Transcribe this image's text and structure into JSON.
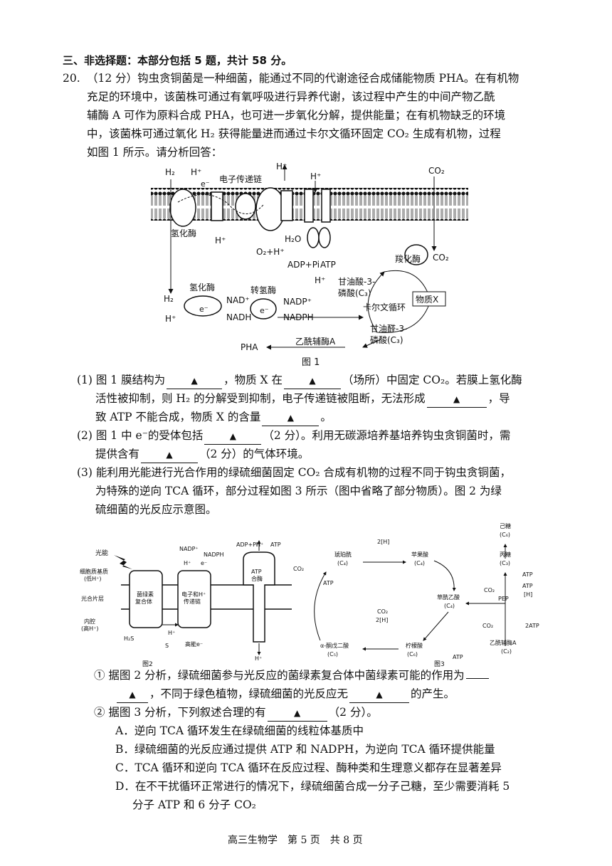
{
  "section_heading": "三、非选择题：本部分包括 5 题，共计 58 分。",
  "question": {
    "number": "20.",
    "intro_lines": [
      "（12 分）钩虫贪铜菌是一种细菌，能通过不同的代谢途径合成储能物质 PHA。在有机物",
      "充足的环境中，该菌株可通过有氧呼吸进行异养代谢，该过程中产生的中间产物乙酰",
      "辅酶 A 可作为原料合成 PHA，也可进一步氧化分解，提供能量；在有机物缺乏的环境",
      "中，该菌株可通过氧化 H₂ 获得能量进而通过卡尔文循环固定 CO₂ 生成有机物，过程",
      "如图 1 所示。请分析回答："
    ]
  },
  "figure1": {
    "caption": "图 1",
    "labels": {
      "h2_top": "H₂",
      "hplus_top1": "H⁺",
      "e_top": "e⁻",
      "etc_label": "电子传递链",
      "hplus_top2": "H⁺",
      "hplus_top3": "H⁺",
      "co2_top": "CO₂",
      "hydrogenase_membrane": "氢化酶",
      "hplus_bottom1": "H⁺",
      "h2o": "H₂O",
      "o2_h": "O₂+H⁺",
      "adp_pi": "ADP+Pi",
      "atp": "ATP",
      "hplus_bottom2": "H⁺",
      "rubisco": "羧化酶",
      "co2_right": "CO₂",
      "c3_acid_1": "甘油酸-3-",
      "c3_acid_2": "磷酸(C₃)",
      "calvin": "卡尔文循环",
      "substance_x": "物质X",
      "h2_left": "H₂",
      "hydrogenase2": "氢化酶",
      "nad": "NAD⁺",
      "nadh": "NADH",
      "e_mid1": "e⁻",
      "transhydrogenase": "转氢酶",
      "nadp": "NADP⁺",
      "nadph": "NADPH",
      "e_mid2": "e⁻",
      "hplus_left": "H⁺",
      "g3p_1": "甘油醛-3-",
      "g3p_2": "磷酸(C₃)",
      "pha": "PHA",
      "acetyl_coa": "乙酰辅酶A"
    }
  },
  "q1": {
    "parts": [
      "(1) 图 1 膜结构为",
      "，物质 X 在",
      "（场所）中固定 CO₂。若膜上氢化酶"
    ],
    "line2": [
      "活性被抑制，则 H₂ 的分解受到抑制，电子传递链被阻断，无法形成",
      "，导"
    ],
    "line3": [
      "致 ATP 不能合成，物质 X 的含量",
      "。"
    ]
  },
  "q2": {
    "line1": [
      "(2) 图 1 中 e⁻的受体包括",
      "（2 分）。利用无碳源培养基培养钩虫贪铜菌时，需"
    ],
    "line2": [
      "提供含有",
      "（2 分）的气体环境。"
    ]
  },
  "q3": {
    "lines": [
      "(3) 能利用光能进行光合作用的绿硫细菌固定 CO₂ 合成有机物的过程不同于钩虫贪铜菌，",
      "为特殊的逆向 TCA 循环，部分过程如图 3 所示（图中省略了部分物质）。图 2 为绿",
      "硫细菌的光反应示意图。"
    ]
  },
  "figure2": {
    "caption": "图2",
    "labels": {
      "light": "光能",
      "cytoplasm_1": "细胞质基质",
      "cytoplasm_2": "(低H⁺)",
      "membrane": "光合片层",
      "lumen_1": "内腔",
      "lumen_2": "(高H⁺)",
      "complex_1": "菌绿素",
      "complex_2": "复合体",
      "etc_1": "电子和H⁺",
      "etc_2": "传递链",
      "atp_syn_1": "ATP",
      "atp_syn_2": "合酶",
      "nadp": "NADP⁺",
      "nadph": "NADPH",
      "adp": "ADP+Pi",
      "hplus": "H⁺",
      "atp": "ATP",
      "h2s": "H₂S",
      "s": "S",
      "e_high": "高能e⁻",
      "h_small": "H⁺",
      "e_small": "e⁻",
      "h_bottom": "H⁺",
      "h_mid": "H⁺"
    }
  },
  "figure3": {
    "caption": "图3",
    "labels": {
      "co2_1": "CO₂",
      "atp_1": "ATP",
      "succinyl": "琥珀酰",
      "c4_1": "(C₄)",
      "2h_top": "2[H]",
      "malate": "苹果酸",
      "c4_2": "(C₄)",
      "oaa": "草酰乙酸",
      "c4_3": "(C₄)",
      "co2_2": "CO₂",
      "pep": "PEP",
      "atp_2": "ATP",
      "h_2": "[H]",
      "hexose": "己糖",
      "c6": "(C₆)",
      "triose": "丙糖",
      "c3": "(C₃)",
      "atp_top": "ATP",
      "akg_1": "α-酮戊二酸",
      "c5": "(C₅)",
      "co2_3": "CO₂",
      "2h_mid": "2[H]",
      "citrate": "柠檬酸",
      "c6_2": "(C₆)",
      "atp_3": "ATP",
      "co2_4": "CO₂",
      "atp2": "2ATP",
      "acetyl": "乙酰辅酶A",
      "c2": "(C₂)"
    }
  },
  "sub1": {
    "line1": [
      "① 据图 2 分析，绿硫细菌参与光反应的菌绿素复合体中菌绿素可能的作用为"
    ],
    "line2": [
      "，不同于绿色植物，绿硫细菌的光反应无",
      "的产生。"
    ]
  },
  "sub2": {
    "line1": [
      "② 据图 3 分析，下列叙述合理的有",
      "（2 分）。"
    ],
    "options": [
      "A．逆向 TCA 循环发生在绿硫细菌的线粒体基质中",
      "B．绿硫细菌的光反应通过提供 ATP 和 NADPH，为逆向 TCA 循环提供能量",
      "C．TCA 循环和逆向 TCA 循环在反应过程、酶种类和生理意义都存在显著差异",
      "D．在不干扰循环正常进行的情况下，绿硫细菌合成一分子己糖，至少需要消耗 5",
      "分子 ATP 和 6 分子 CO₂"
    ]
  },
  "blank_mark": "▲",
  "footer": "高三生物学　第 5 页　共 8 页"
}
